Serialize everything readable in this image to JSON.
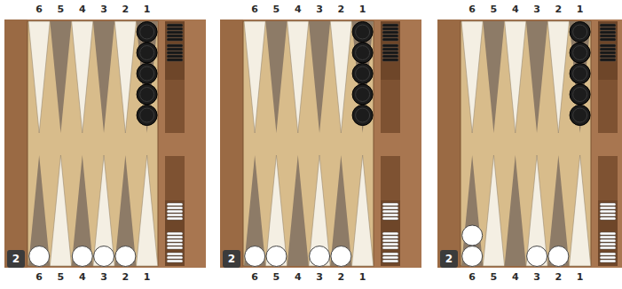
{
  "diagram": {
    "nodes": [
      {
        "text": [
          "2"
        ]
      },
      {
        "text": [
          "2"
        ]
      },
      {
        "text": [
          "2"
        ]
      }
    ],
    "labels": [
      "6",
      "5",
      "4",
      "3",
      "2",
      "1",
      "6",
      "5",
      "4",
      "3",
      "2",
      "1",
      "6",
      "5",
      "4",
      "3",
      "2",
      "1",
      "6",
      "5",
      "4",
      "3",
      "2",
      "1",
      "6",
      "5",
      "4",
      "3",
      "2",
      "1",
      "6",
      "5",
      "4",
      "3",
      "2",
      "1"
    ]
  }
}
